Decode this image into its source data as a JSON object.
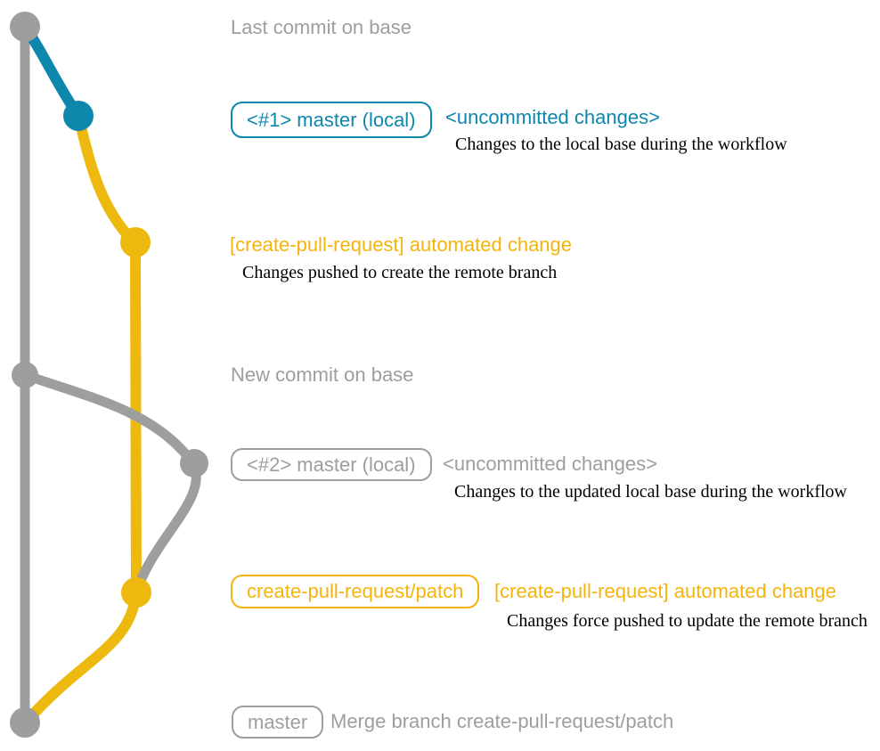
{
  "colors": {
    "background": "#ffffff",
    "gray": "#9e9e9e",
    "teal": "#0e87ad",
    "yellow": "#eeb90f",
    "yellow_text": "#f4b40b",
    "text_black": "#000000"
  },
  "rows": [
    {
      "heading": "Last commit on base"
    },
    {
      "badge": "<#1> master (local)",
      "title": "<uncommitted changes>",
      "desc": "Changes to the local base during the workflow"
    },
    {
      "title": "[create-pull-request] automated change",
      "desc": "Changes pushed to create the remote branch"
    },
    {
      "heading": "New commit on base"
    },
    {
      "badge": "<#2> master (local)",
      "title": "<uncommitted changes>",
      "desc": "Changes to the updated local base during the workflow"
    },
    {
      "badge": "create-pull-request/patch",
      "title": "[create-pull-request] automated change",
      "desc": "Changes force pushed to update the remote branch"
    },
    {
      "badge": "master",
      "title": "Merge branch create-pull-request/patch"
    }
  ]
}
